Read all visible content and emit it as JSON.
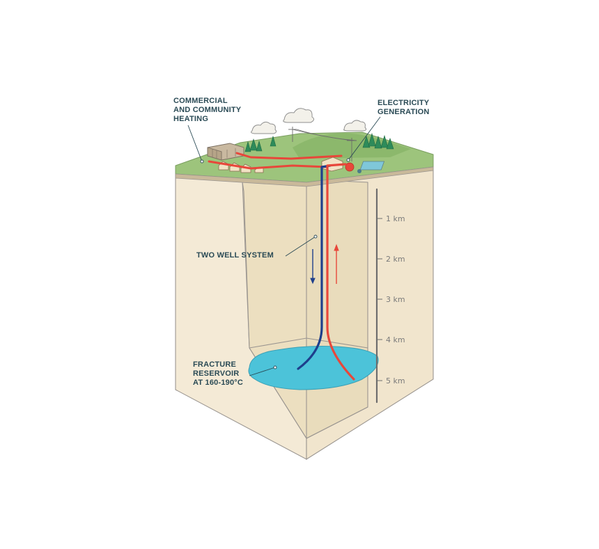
{
  "labels": {
    "heating": [
      "COMMERCIAL",
      "AND COMMUNITY",
      "HEATING"
    ],
    "electricity": [
      "ELECTRICITY",
      "GENERATION"
    ],
    "well_system": "TWO WELL SYSTEM",
    "reservoir": [
      "FRACTURE",
      "RESERVOIR",
      "AT 160-190°C"
    ]
  },
  "depth_scale": {
    "unit": "km",
    "ticks": [
      "1 km",
      "2 km",
      "3 km",
      "4 km",
      "5 km"
    ]
  },
  "colors": {
    "injection_well": "#1e3f8c",
    "production_well": "#e8473a",
    "reservoir_water": "#4cc3d9",
    "grass": "#9dc47c",
    "rock_face": "#f4ead6",
    "rock_inner": "#ece0c2"
  }
}
